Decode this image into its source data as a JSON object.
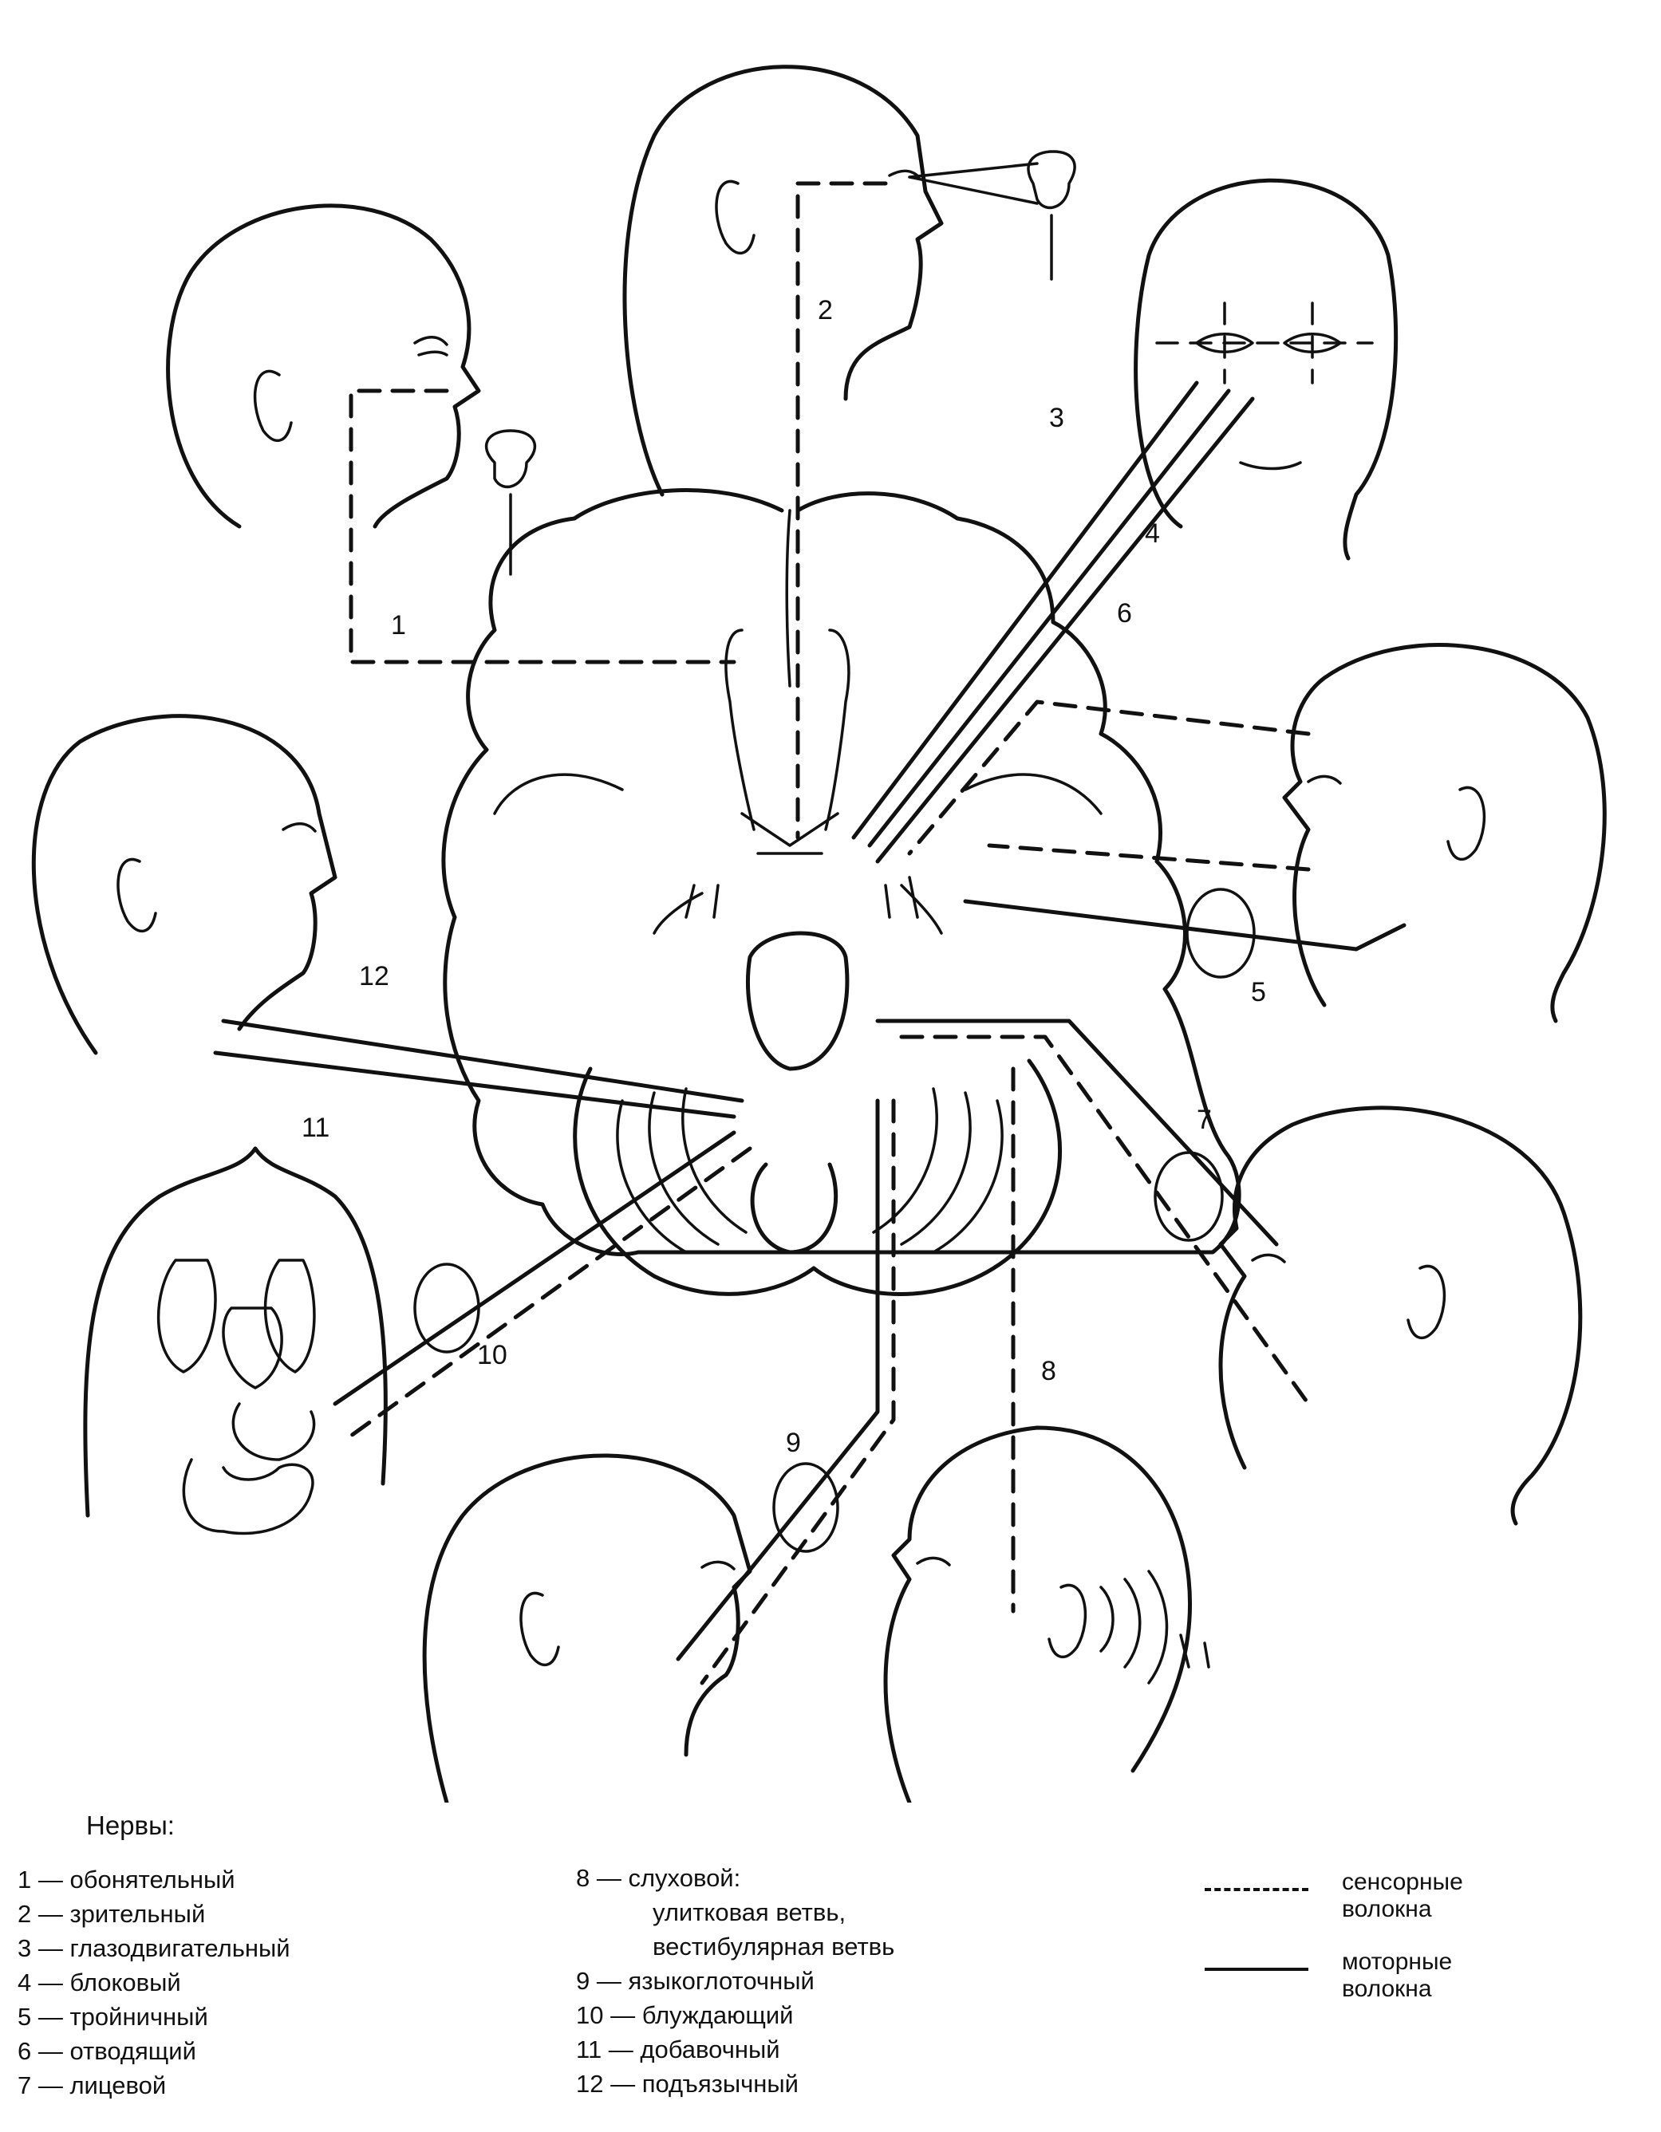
{
  "diagram": {
    "labels": [
      "1",
      "2",
      "3",
      "4",
      "5",
      "6",
      "7",
      "8",
      "9",
      "10",
      "11",
      "12"
    ]
  },
  "legend": {
    "header": "Нервы:",
    "col1": [
      "1 — обонятельный",
      "2 — зрительный",
      "3 — глазодвигательный",
      "4 — блоковый",
      "5 — тройничный",
      "6 — отводящий",
      "7 — лицевой"
    ],
    "col2_first": "8 — слуховой:",
    "col2_sub1": "улитковая ветвь,",
    "col2_sub2": "вестибулярная ветвь",
    "col2": [
      "9 — языкоглоточный",
      "10 — блуждающий",
      "11 — добавочный",
      "12 — подъязычный"
    ],
    "key": {
      "sensory_line1": "сенсорные",
      "sensory_line2": "волокна",
      "motor_line1": "моторные",
      "motor_line2": "волокна"
    }
  }
}
